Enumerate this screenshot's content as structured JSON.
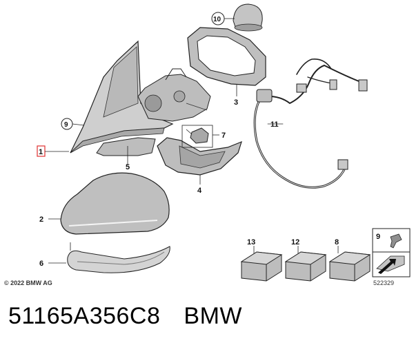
{
  "diagram": {
    "part_labels": [
      "1",
      "2",
      "3",
      "4",
      "5",
      "6",
      "7",
      "8",
      "9",
      "10",
      "11",
      "12",
      "13"
    ],
    "copyright": "© 2022 BMW AG",
    "reference_number": "522329"
  },
  "footer": {
    "part_number": "51165A356C8",
    "brand": "BMW"
  },
  "colors": {
    "part_fill": "#c9c9c9",
    "part_dark": "#8e8e8e",
    "line": "#222222",
    "highlight_box": "#e03030"
  }
}
